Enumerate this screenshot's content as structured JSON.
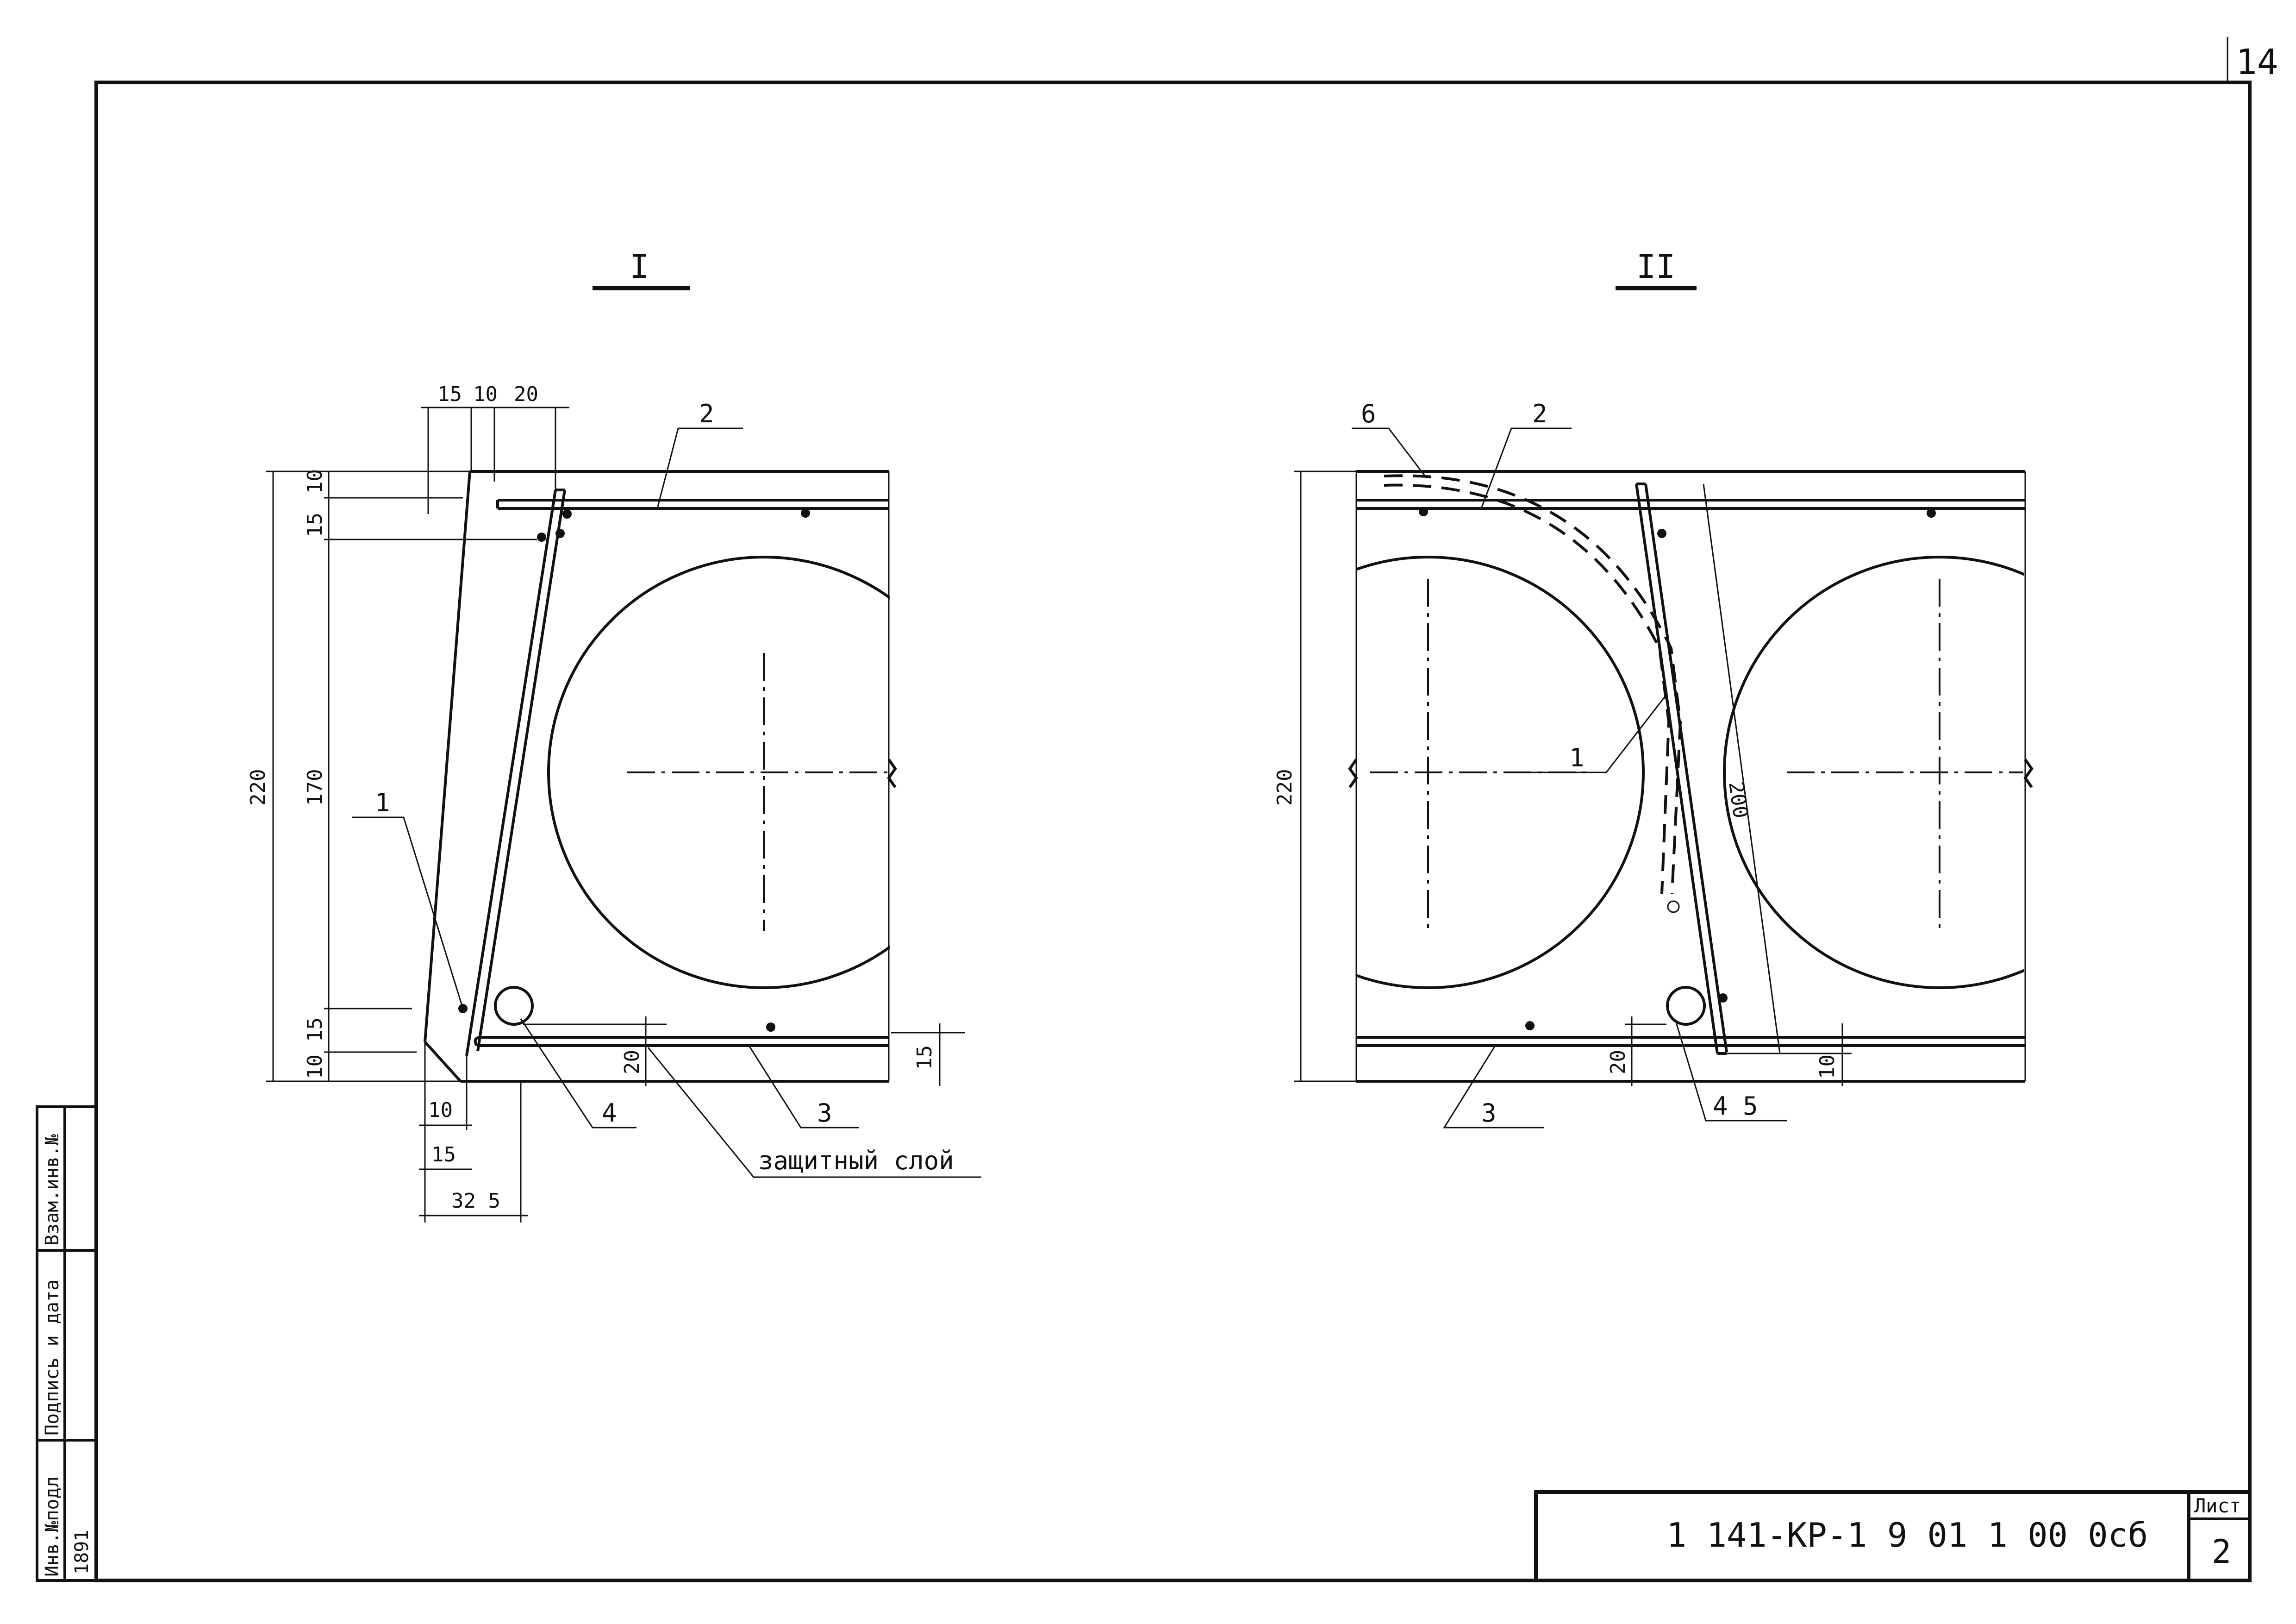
{
  "sheet": {
    "corner_number": "14",
    "designation": "1 141-КР-1 9 01 1 00 0сб",
    "sheet_label": "Лист",
    "sheet_number": "2"
  },
  "side_stamp": {
    "inv_podl": "Инв.№подл",
    "podpis_data": "Подпись и дата",
    "vzam_inv": "Взам.инв.№",
    "inv_value": "1891"
  },
  "section_1": {
    "title": "I",
    "dims": {
      "top_15": "15",
      "top_10": "10",
      "top_20": "20",
      "left_10a": "10",
      "left_15a": "15",
      "total_220": "220",
      "left_170": "170",
      "left_15b": "15",
      "left_10b": "10",
      "bottom_10": "10",
      "bottom_15": "15",
      "bottom_325": "32 5",
      "cover_20": "20",
      "right_15": "15"
    },
    "callouts": {
      "c1": "1",
      "c2": "2",
      "c3": "3",
      "c4": "4"
    },
    "protective_layer": "защитный слой"
  },
  "section_2": {
    "title": "II",
    "dims": {
      "total_220": "220",
      "slant_200": "200",
      "cover_20": "20",
      "right_10": "10"
    },
    "callouts": {
      "c6": "6",
      "c2": "2",
      "c1": "1",
      "c3": "3",
      "c45": "4 5"
    }
  }
}
